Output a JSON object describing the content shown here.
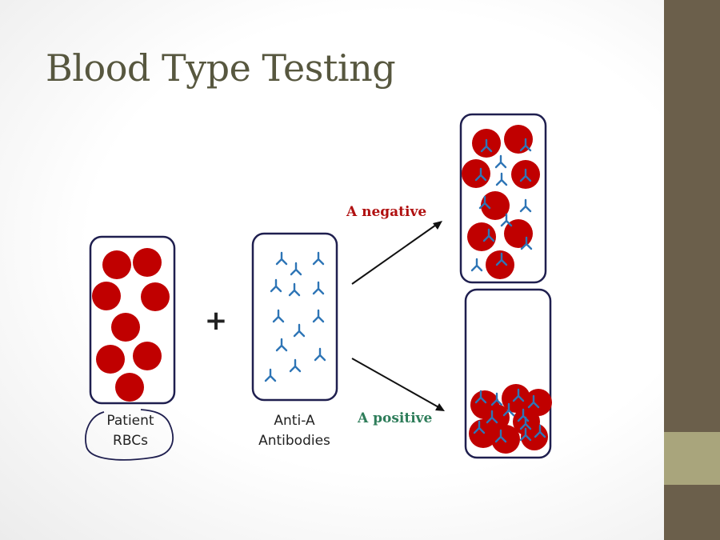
{
  "slide": {
    "title": "Blood Type Testing",
    "plus_sign": "+",
    "patient_label": [
      "Patient",
      "RBCs"
    ],
    "antibody_label": [
      "Anti-A",
      "Antibodies"
    ],
    "result_negative": "A negative",
    "result_positive": "A positive"
  },
  "colors": {
    "rbc": "#c00000",
    "antibody": "#2e75b6",
    "tube_outline": "#1f1f4f",
    "negative_text": "#b01010",
    "positive_text": "#2e7d5a",
    "sidebar_dark": "#6b5f4b",
    "sidebar_accent": "#a9a57c"
  }
}
